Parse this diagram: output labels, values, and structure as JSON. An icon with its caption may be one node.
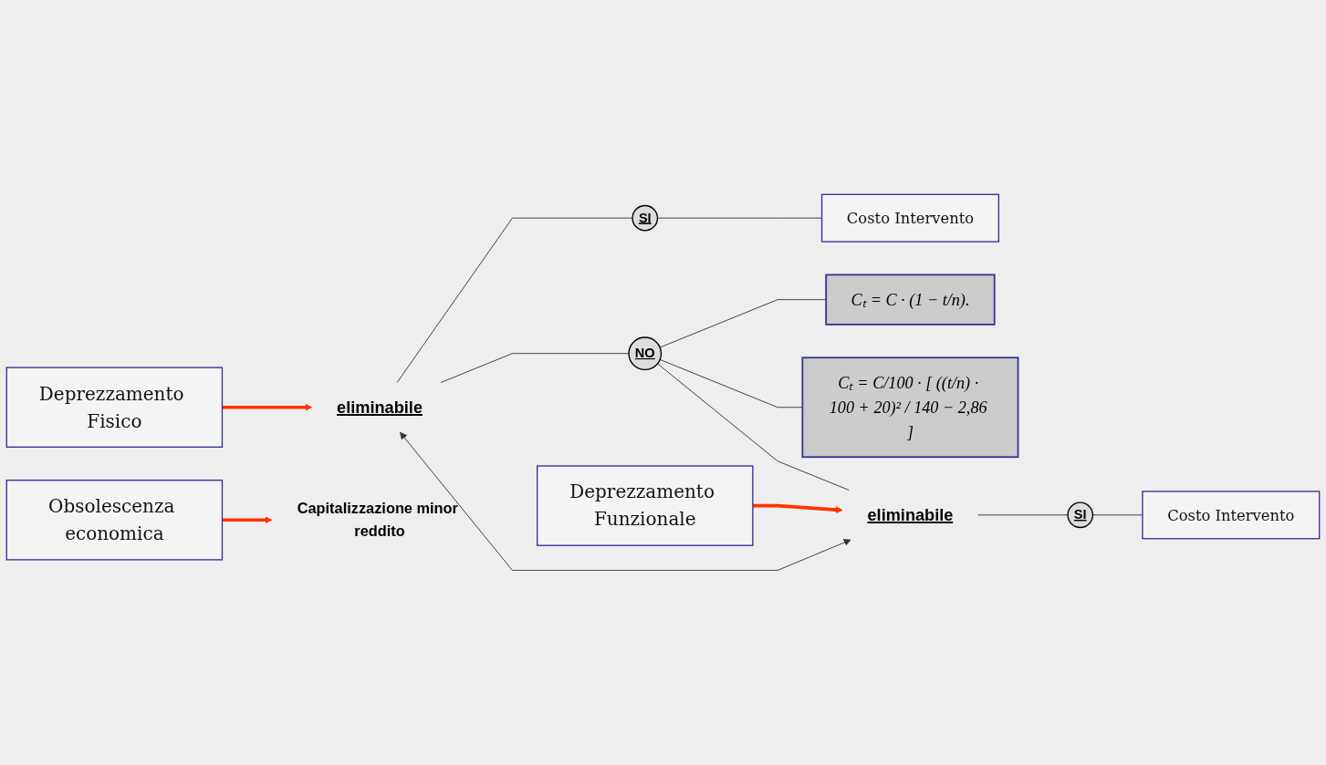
{
  "diagram": {
    "nodes": [
      {
        "text": [
          "Deprezzamento Fisico"
        ]
      },
      {
        "text": [
          "eliminabile"
        ]
      },
      {
        "text": [
          "SI"
        ]
      },
      {
        "text": [
          "Costo Intervento"
        ]
      },
      {
        "text": [
          "NO"
        ]
      },
      {
        "text": [
          "Cₜ = C · (1 − t/n)."
        ]
      },
      {
        "text": [
          "Cₜ = C/100 · [ ((t/n) · 100 + 20)² / 140 − 2,86 ]"
        ]
      },
      {
        "text": [
          "Deprezzamento Funzionale"
        ]
      },
      {
        "text": [
          "eliminabile"
        ]
      },
      {
        "text": [
          "SI"
        ]
      },
      {
        "text": [
          "Costo Intervento"
        ]
      },
      {
        "text": [
          "Obsolescenza economica"
        ]
      },
      {
        "text": [
          "Capitalizzazione minor reddito"
        ]
      }
    ],
    "edges": [
      {
        "from": 0,
        "to": 1,
        "arrow": "to",
        "style": "thick",
        "color": "#ff3300"
      },
      {
        "from": 1,
        "to": 2,
        "arrow": "none"
      },
      {
        "from": 2,
        "to": 3,
        "arrow": "none"
      },
      {
        "from": 1,
        "to": 4,
        "arrow": "none"
      },
      {
        "from": 4,
        "to": 5,
        "arrow": "none"
      },
      {
        "from": 4,
        "to": 6,
        "arrow": "none"
      },
      {
        "from": 7,
        "to": 8,
        "arrow": "to",
        "style": "thick",
        "color": "#ff3300"
      },
      {
        "from": 4,
        "to": 8,
        "arrow": "none"
      },
      {
        "from": 8,
        "to": 9,
        "arrow": "none"
      },
      {
        "from": 9,
        "to": 10,
        "arrow": "none"
      },
      {
        "from": 1,
        "to": 8,
        "arrow": "both"
      },
      {
        "from": 11,
        "to": 12,
        "arrow": "to",
        "style": "thick",
        "color": "#ff3300"
      }
    ]
  }
}
